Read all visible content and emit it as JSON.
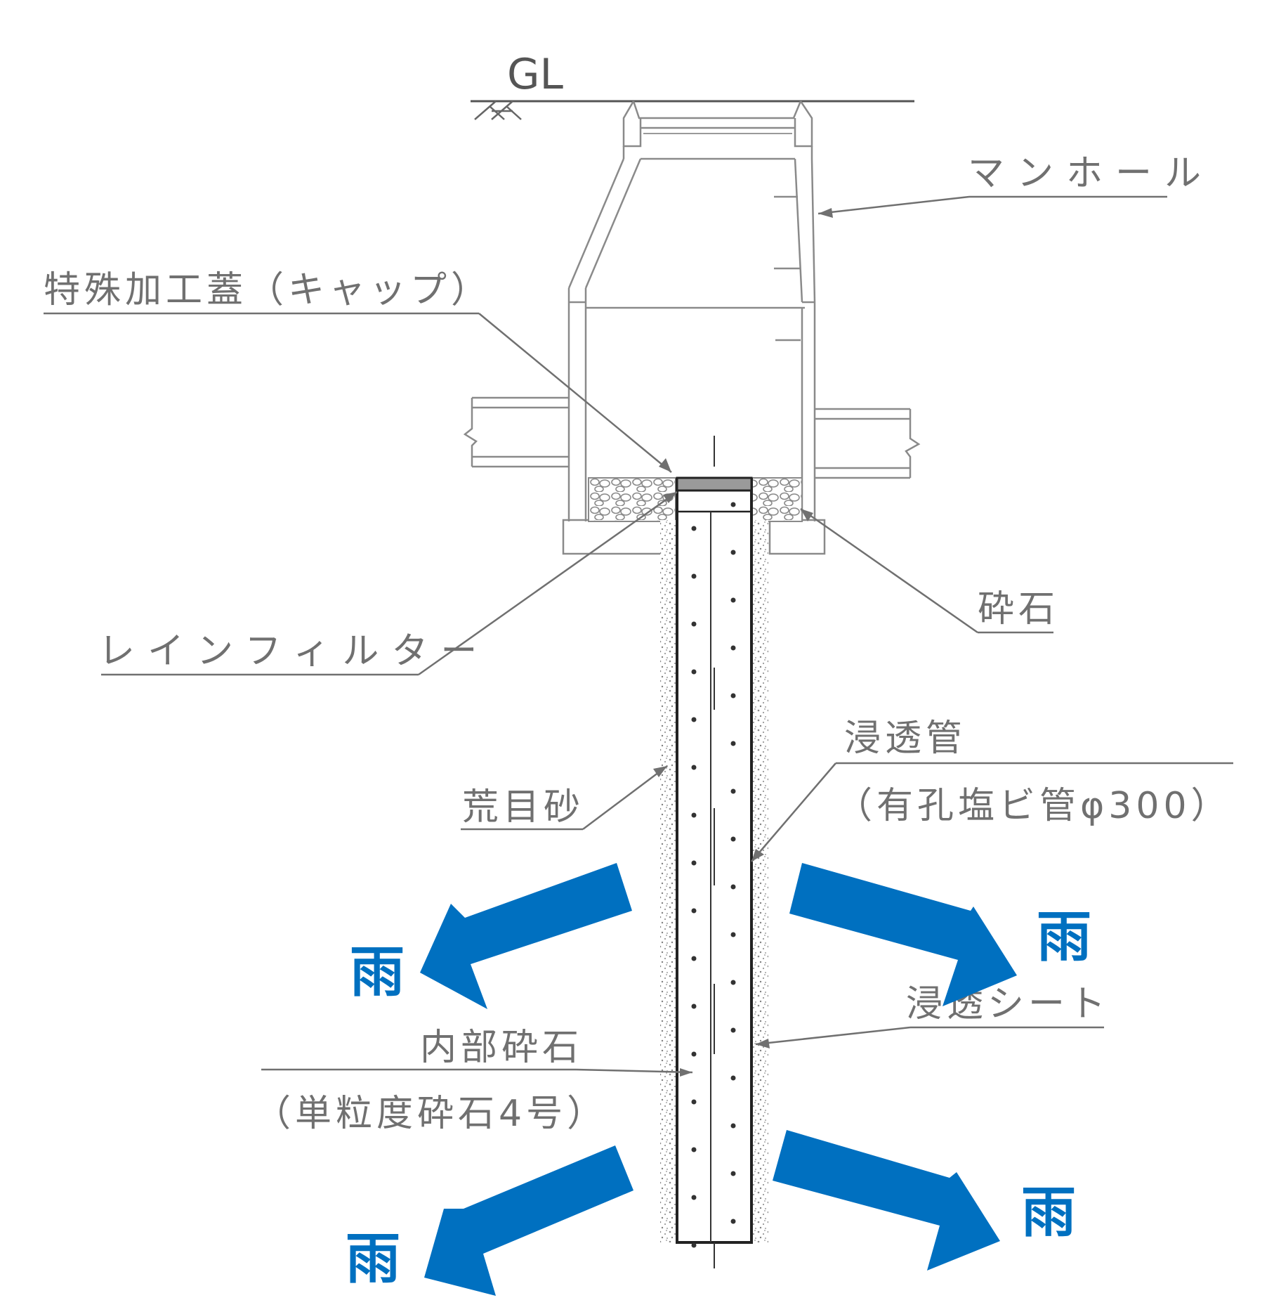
{
  "labels": {
    "gl": "GL",
    "manhole": "マンホール",
    "cap": "特殊加工蓋（キャップ）",
    "crushed_stone": "砕石",
    "rain_filter": "レインフィルター",
    "pipe_name": "浸透管",
    "pipe_spec": "（有孔塩ビ管φ300）",
    "coarse_sand": "荒目砂",
    "sheet": "浸透シート",
    "inner_stone": "内部砕石",
    "inner_stone_spec": "（単粒度砕石4号）",
    "rain": "雨"
  },
  "colors": {
    "rain_arrow": "#0070C0",
    "line": "#8a8a8a",
    "text": "#707070"
  }
}
